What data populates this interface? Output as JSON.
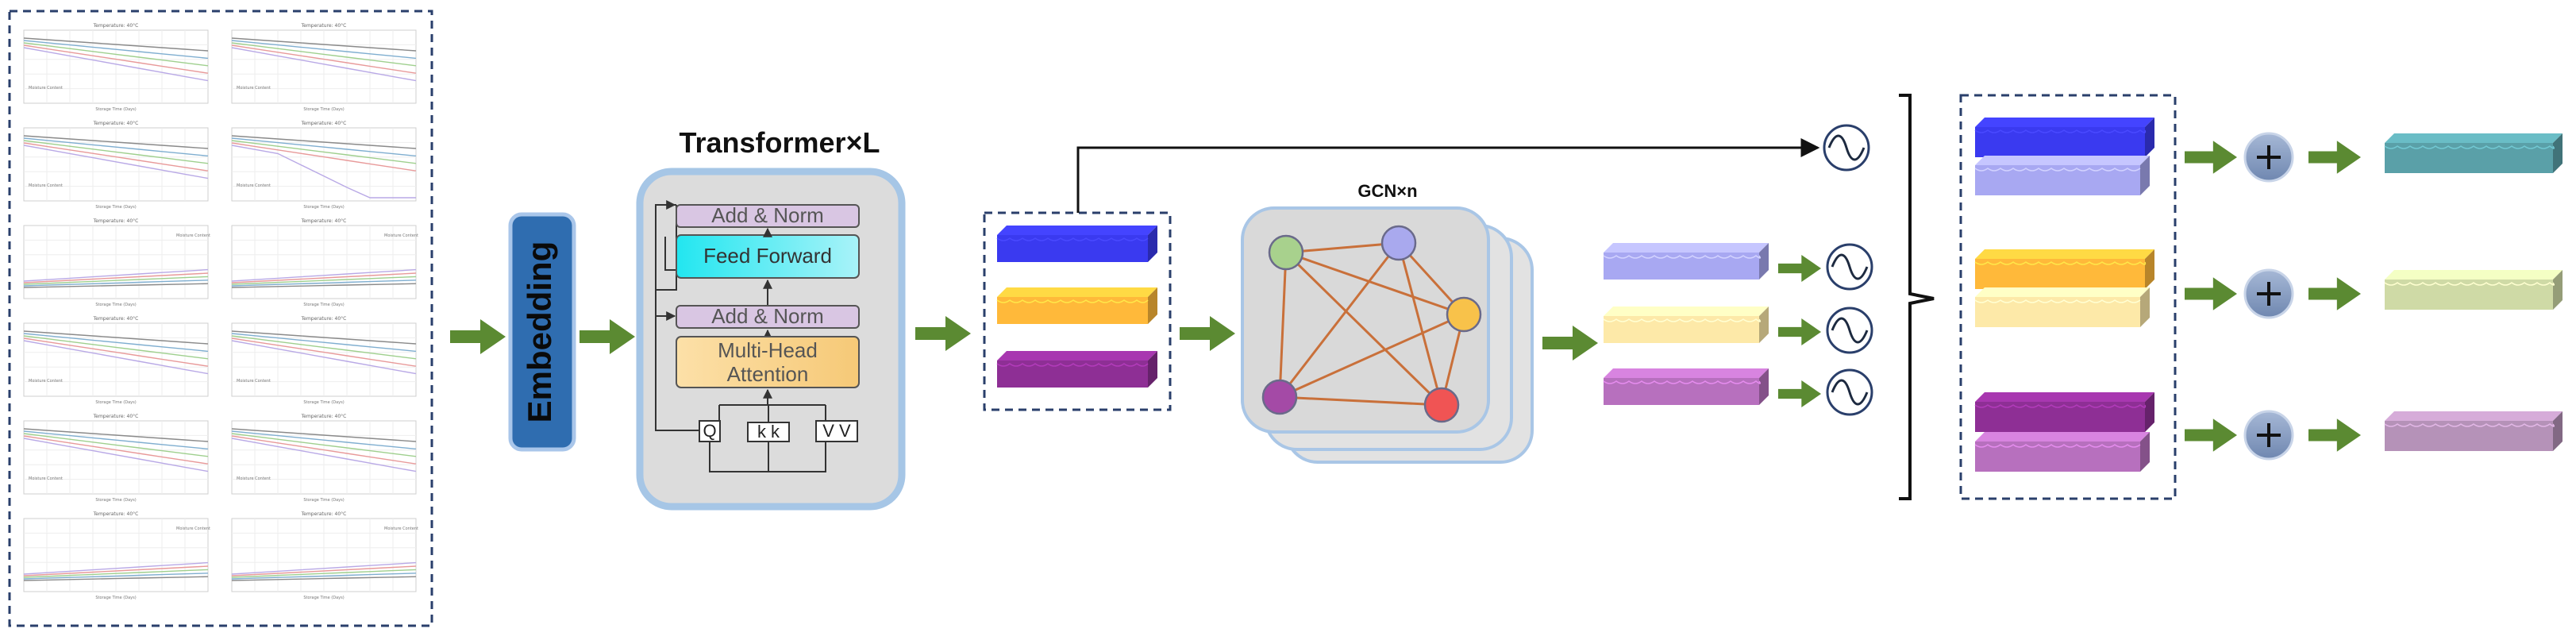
{
  "embedding": {
    "label": "Embedding"
  },
  "transformer": {
    "title": "Transformer×L",
    "add_norm_top": "Add & Norm",
    "feed_forward": "Feed Forward",
    "add_norm_bottom": "Add & Norm",
    "attention_line1": "Multi-Head",
    "attention_line2": "Attention",
    "q_label": "Q",
    "k_label": "k k",
    "v_label": "V V"
  },
  "gcn": {
    "title": "GCN×n"
  },
  "input_panel": {
    "plot_titles": [
      "Temperature: 40°C",
      "Temperature: 40°C",
      "Temperature: 40°C",
      "Temperature: 40°C",
      "Temperature: 40°C",
      "Temperature: 40°C",
      "Temperature: 40°C",
      "Temperature: 40°C",
      "Temperature: 40°C",
      "Temperature: 40°C",
      "Temperature: 40°C",
      "Temperature: 40°C"
    ],
    "x_label": "Storage Time (Days)",
    "legend_title": "Moisture Content"
  },
  "colors": {
    "arrow_green": "#5b8a32",
    "embedding_fill": "#2f6db0",
    "blue_bar": "#3a3af0",
    "orange_bar": "#ffb93a",
    "purple_bar": "#8e2f95",
    "light_blue_bar": "#a8a8f2",
    "light_yellow_bar": "#fde9a8",
    "light_purple_bar": "#b770be",
    "teal_bar": "#5aa0a8",
    "sage_bar": "#cfdaa6",
    "mauve_bar": "#b592b8",
    "dashed_border": "#2a3f6b"
  }
}
